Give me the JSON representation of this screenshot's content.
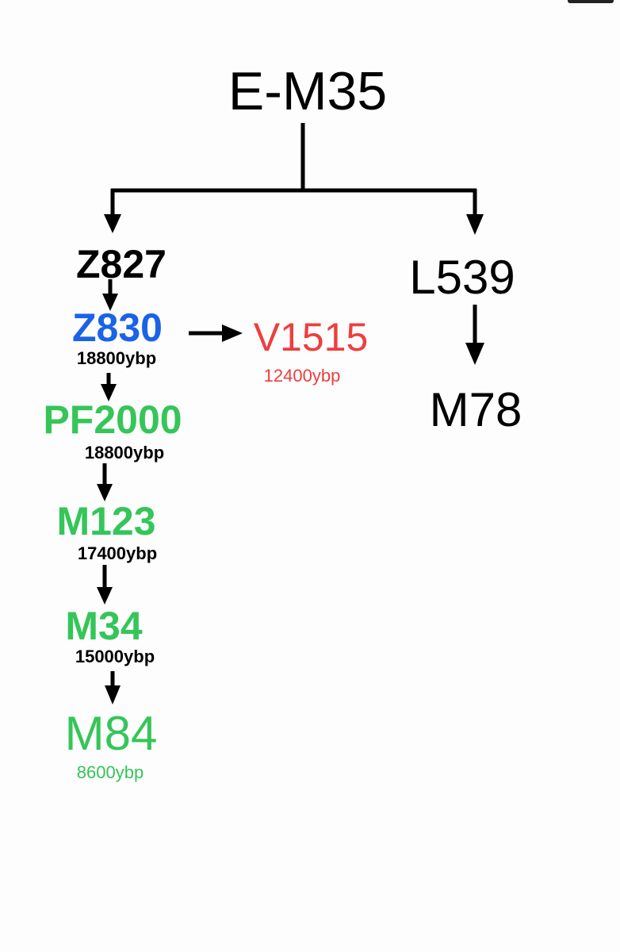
{
  "colors": {
    "black": "#000000",
    "blue": "#1a63e6",
    "green": "#35c559",
    "red": "#ee3e3e"
  },
  "nodes": {
    "root": {
      "label": "E-M35"
    },
    "z827": {
      "label": "Z827"
    },
    "z830": {
      "label": "Z830",
      "age": "18800ybp"
    },
    "v1515": {
      "label": "V1515",
      "age": "12400ybp"
    },
    "pf2000": {
      "label": "PF2000",
      "age": "18800ybp"
    },
    "m123": {
      "label": "M123",
      "age": "17400ybp"
    },
    "m34": {
      "label": "M34",
      "age": "15000ybp"
    },
    "m84": {
      "label": "M84",
      "age": "8600ybp"
    },
    "l539": {
      "label": "L539"
    },
    "m78": {
      "label": "M78"
    }
  }
}
